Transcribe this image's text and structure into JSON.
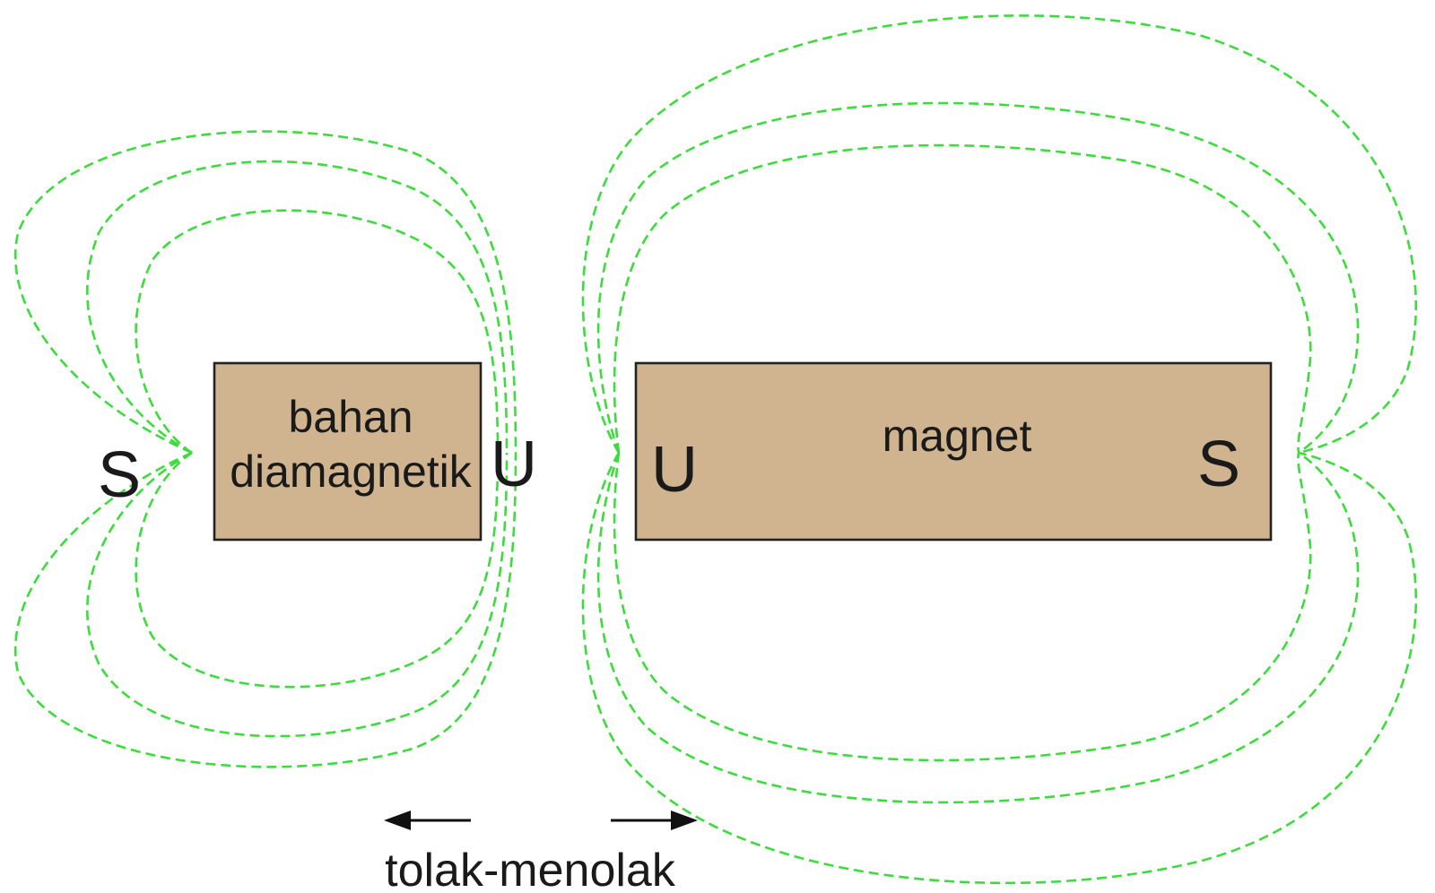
{
  "diagram": {
    "diamagnetic_label_line1": "bahan",
    "diamagnetic_label_line2": "diamagnetik",
    "magnet_label": "magnet",
    "diamagnetic_pole_left": "S",
    "diamagnetic_pole_right": "U",
    "magnet_pole_left": "U",
    "magnet_pole_right": "S",
    "caption": "tolak-menolak",
    "block_fill_color": "#cfb48f",
    "field_line_color": "#3ddc3d"
  }
}
